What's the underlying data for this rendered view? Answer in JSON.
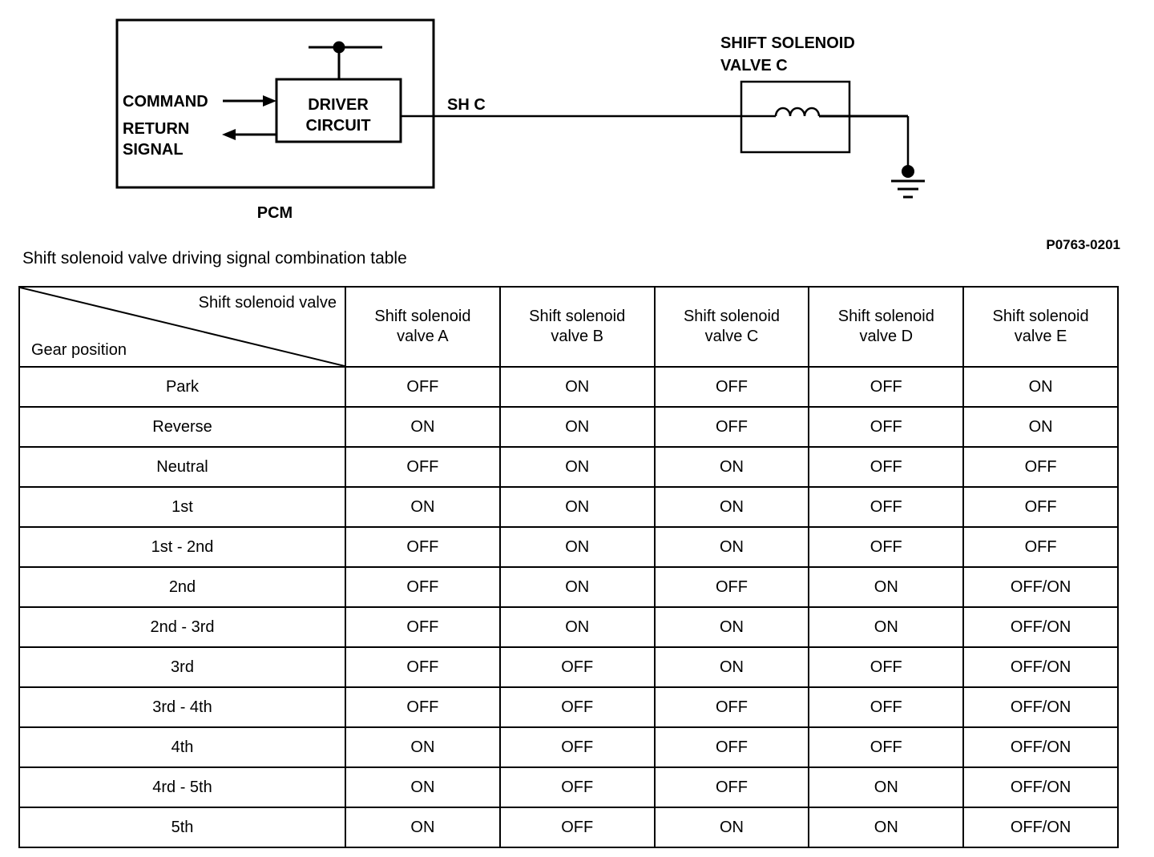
{
  "schematic": {
    "pcm_label": "PCM",
    "driver_circuit_line1": "DRIVER",
    "driver_circuit_line2": "CIRCUIT",
    "command_label": "COMMAND",
    "return_label_line1": "RETURN",
    "return_label_line2": "SIGNAL",
    "wire_label": "SH C",
    "solenoid_label_line1": "SHIFT SOLENOID",
    "solenoid_label_line2": "VALVE C",
    "reference_code": "P0763-0201",
    "icons": {
      "junction_dot": "junction-dot-icon",
      "inductor_coil": "inductor-coil-icon",
      "ground_symbol": "ground-symbol-icon",
      "arrow_right": "arrow-right-icon",
      "arrow_left": "arrow-left-icon"
    },
    "colors": {
      "line": "#000000",
      "background": "#ffffff"
    }
  },
  "table": {
    "caption": "Shift solenoid valve driving signal combination table",
    "corner_top_label": "Shift solenoid valve",
    "corner_bottom_label": "Gear position",
    "columns": [
      "Shift solenoid valve A",
      "Shift solenoid valve B",
      "Shift solenoid valve C",
      "Shift solenoid valve D",
      "Shift solenoid valve E"
    ],
    "column_lines": [
      [
        "Shift solenoid",
        "valve A"
      ],
      [
        "Shift solenoid",
        "valve B"
      ],
      [
        "Shift solenoid",
        "valve C"
      ],
      [
        "Shift solenoid",
        "valve D"
      ],
      [
        "Shift solenoid",
        "valve E"
      ]
    ],
    "rows": [
      {
        "gear": "Park",
        "values": [
          "OFF",
          "ON",
          "OFF",
          "OFF",
          "ON"
        ]
      },
      {
        "gear": "Reverse",
        "values": [
          "ON",
          "ON",
          "OFF",
          "OFF",
          "ON"
        ]
      },
      {
        "gear": "Neutral",
        "values": [
          "OFF",
          "ON",
          "ON",
          "OFF",
          "OFF"
        ]
      },
      {
        "gear": "1st",
        "values": [
          "ON",
          "ON",
          "ON",
          "OFF",
          "OFF"
        ]
      },
      {
        "gear": "1st - 2nd",
        "values": [
          "OFF",
          "ON",
          "ON",
          "OFF",
          "OFF"
        ]
      },
      {
        "gear": "2nd",
        "values": [
          "OFF",
          "ON",
          "OFF",
          "ON",
          "OFF/ON"
        ]
      },
      {
        "gear": "2nd - 3rd",
        "values": [
          "OFF",
          "ON",
          "ON",
          "ON",
          "OFF/ON"
        ]
      },
      {
        "gear": "3rd",
        "values": [
          "OFF",
          "OFF",
          "ON",
          "OFF",
          "OFF/ON"
        ]
      },
      {
        "gear": "3rd - 4th",
        "values": [
          "OFF",
          "OFF",
          "OFF",
          "OFF",
          "OFF/ON"
        ]
      },
      {
        "gear": "4th",
        "values": [
          "ON",
          "OFF",
          "OFF",
          "OFF",
          "OFF/ON"
        ]
      },
      {
        "gear": "4rd - 5th",
        "values": [
          "ON",
          "OFF",
          "OFF",
          "ON",
          "OFF/ON"
        ]
      },
      {
        "gear": "5th",
        "values": [
          "ON",
          "OFF",
          "ON",
          "ON",
          "OFF/ON"
        ]
      }
    ]
  }
}
